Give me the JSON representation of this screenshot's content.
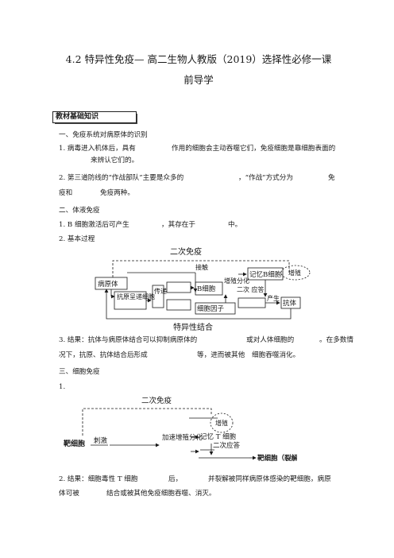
{
  "header": {
    "title_line1": "4.2 特异性免疫— 高二生物人教版（2019）选择性必修一课",
    "title_line2": "前导学"
  },
  "badge": {
    "label": "教材基础知识"
  },
  "sections": {
    "s1": {
      "heading": "一、免疫系统对病原体的识别",
      "p1a": "1. 病毒进入机体后，具有",
      "p1b": "作用的细胞会主动吞噬它们，免疫细胞是靠细胞表面的",
      "p1c": "来辨认它们的。",
      "p2a": "2. 第三道防线的“作战部队”主要是众多的",
      "p2b": "，“作战”方式分为",
      "p2c": "免",
      "p2d": "疫和",
      "p2e": "免疫两种。"
    },
    "s2": {
      "heading": "二、体液免疫",
      "p1a": "1. B 细胞激活后可产生",
      "p1b": "，其存在于",
      "p1c": "中。",
      "p2": "2. 基本过程",
      "p3a": "3. 结果：抗体与病原体结合可以抑制病原体的",
      "p3b": "或对人体细胞的",
      "p3c": "。在多数情",
      "p3d": "况下，抗原、抗体结合后形成",
      "p3e": "等，进而被其他",
      "p3f": "细胞吞噬消化。"
    },
    "s3": {
      "heading": "三、细胞免疫",
      "p1": "1.",
      "p2a": "2. 结果：细胞毒性 T 细胞",
      "p2b": "后，",
      "p2c": "并裂解被同样病原体感染的靶细胞，病原",
      "p2d": "体可被",
      "p2e": "结合或被其他免疫细胞吞噬、消灭。"
    }
  },
  "diagram1": {
    "top_label": "二次免疫",
    "contact": "接触",
    "pathogen": "病原体",
    "apc": "抗原呈递细胞",
    "transfer": "传递",
    "b_cell": "B细胞",
    "prolif": "增殖分化",
    "memory_b": "记忆B细胞",
    "multiply": "增殖",
    "secondary": "二次 应答",
    "produce": "产生",
    "antibody": "抗体",
    "cytokine": "细胞因子",
    "bottom_label": "特异性结合"
  },
  "diagram2": {
    "top_label": "二次免疫",
    "target": "靶细胞",
    "stimulate": "刺激",
    "accel": "加速增殖分化",
    "memory_t": "记忆 T 细胞",
    "multiply": "增殖",
    "secondary": "二次应答",
    "result": "靶细胞（裂解、死亡）"
  }
}
